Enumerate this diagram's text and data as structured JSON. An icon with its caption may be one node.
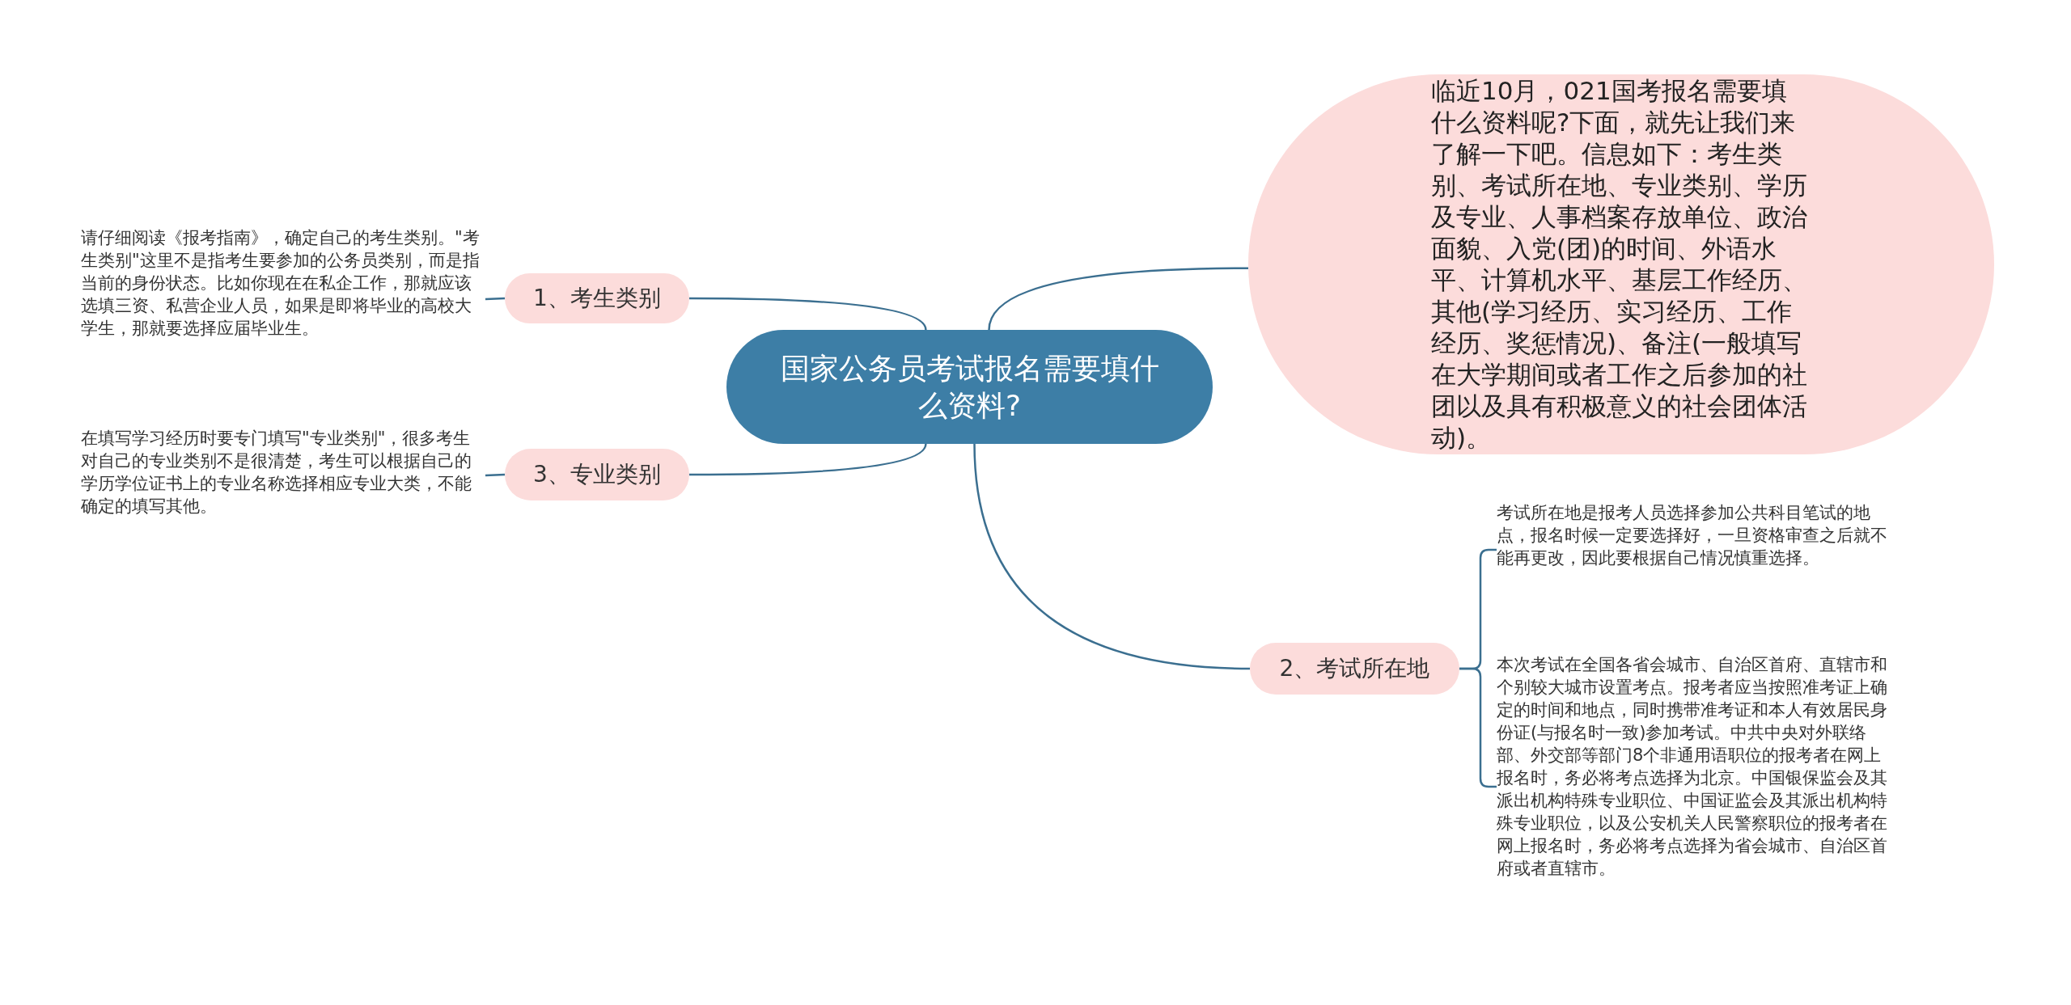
{
  "diagram": {
    "nodes": [
      {
        "text": [
          "国家公务员考试报名需要填什么资料?"
        ]
      },
      {
        "text": [
          "临近10月，021国考报名需要填什么资料呢?下面，就先让我们来了解一下吧。信息如下：考生类别、考试所在地、专业类别、学历及专业、人事档案存放单位、政治面貌、入党(团)的时间、外语水平、计算机水平、基层工作经历、其他(学习经历、实习经历、工作经历、奖惩情况)、备注(一般填写在大学期间或者工作之后参加的社团以及具有积极意义的社会团体活动)。"
        ]
      },
      {
        "text": [
          "1、考生类别"
        ]
      },
      {
        "text": [
          "请仔细阅读《报考指南》，确定自己的考生类别。\"考生类别\"这里不是指考生要参加的公务员类别，而是指当前的身份状态。比如你现在在私企工作，那就应该选填三资、私营企业人员，如果是即将毕业的高校大学生，那就要选择应届毕业生。"
        ]
      },
      {
        "text": [
          "2、考试所在地"
        ]
      },
      {
        "text": [
          "考试所在地是报考人员选择参加公共科目笔试的地点，报名时候一定要选择好，一旦资格审查之后就不能再更改，因此要根据自己情况慎重选择。"
        ]
      },
      {
        "text": [
          "本次考试在全国各省会城市、自治区首府、直辖市和个别较大城市设置考点。报考者应当按照准考证上确定的时间和地点，同时携带准考证和本人有效居民身份证(与报名时一致)参加考试。中共中央对外联络部、外交部等部门8个非通用语职位的报考者在网上报名时，务必将考点选择为北京。中国银保监会及其派出机构特殊专业职位、中国证监会及其派出机构特殊专业职位，以及公安机关人民警察职位的报考者在网上报名时，务必将考点选择为省会城市、自治区首府或者直辖市。"
        ]
      },
      {
        "text": [
          "3、专业类别"
        ]
      },
      {
        "text": [
          "在填写学习经历时要专门填写\"专业类别\"，很多考生对自己的专业类别不是很清楚，考生可以根据自己的学历学位证书上的专业名称选择相应专业大类，不能确定的填写其他。"
        ]
      }
    ],
    "edges": [
      {
        "from": 0,
        "to": 1,
        "arrow": "none"
      },
      {
        "from": 0,
        "to": 2,
        "arrow": "none"
      },
      {
        "from": 2,
        "to": 3,
        "arrow": "none"
      },
      {
        "from": 0,
        "to": 4,
        "arrow": "none"
      },
      {
        "from": 4,
        "to": 5,
        "arrow": "none"
      },
      {
        "from": 4,
        "to": 6,
        "arrow": "none"
      },
      {
        "from": 0,
        "to": 7,
        "arrow": "none"
      },
      {
        "from": 7,
        "to": 8,
        "arrow": "none"
      }
    ]
  }
}
